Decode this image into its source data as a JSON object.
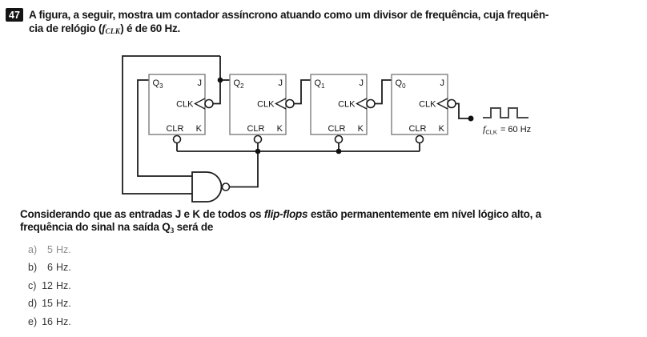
{
  "header": {
    "number": "47",
    "line1": "A figura, a seguir, mostra um contador assíncrono atuando como um divisor de frequência, cuja frequên-",
    "line2_pre": "cia de relógio (",
    "line2_f": "f",
    "line2_fsub": "CLK",
    "line2_post": ") é de 60 Hz."
  },
  "circuit": {
    "flip_flops": [
      {
        "q": "Q",
        "q_sub": "3",
        "j": "J",
        "clk": "CLK",
        "clr": "CLR",
        "k": "K"
      },
      {
        "q": "Q",
        "q_sub": "2",
        "j": "J",
        "clk": "CLK",
        "clr": "CLR",
        "k": "K"
      },
      {
        "q": "Q",
        "q_sub": "1",
        "j": "J",
        "clk": "CLK",
        "clr": "CLR",
        "k": "K"
      },
      {
        "q": "Q",
        "q_sub": "0",
        "j": "J",
        "clk": "CLK",
        "clr": "CLR",
        "k": "K"
      }
    ],
    "clock": {
      "f": "f",
      "f_sub": "CLK",
      "rest": "= 60 Hz"
    }
  },
  "question": {
    "line1_pre": "Considerando que as entradas J e K de todos os ",
    "line1_italic": "flip-flops",
    "line1_post": " estão permanentemente em nível lógico alto, a",
    "line2_pre": "frequência do sinal na saída Q",
    "line2_sub": "3",
    "line2_post": " será de"
  },
  "options": [
    {
      "letter": "a)",
      "num": "5",
      "unit": "Hz.",
      "color": "#8d8d8d"
    },
    {
      "letter": "b)",
      "num": "6",
      "unit": "Hz.",
      "color": "#353535"
    },
    {
      "letter": "c)",
      "num": "12",
      "unit": "Hz.",
      "color": "#353535"
    },
    {
      "letter": "d)",
      "num": "15",
      "unit": "Hz.",
      "color": "#353535"
    },
    {
      "letter": "e)",
      "num": "16",
      "unit": "Hz.",
      "color": "#353535"
    }
  ],
  "colors": {
    "wire": "#1c1c1c",
    "box_border": "#7e7e7e",
    "waveform": "#4a4a4a",
    "badge_bg": "#141414",
    "badge_text": "#ffffff"
  }
}
